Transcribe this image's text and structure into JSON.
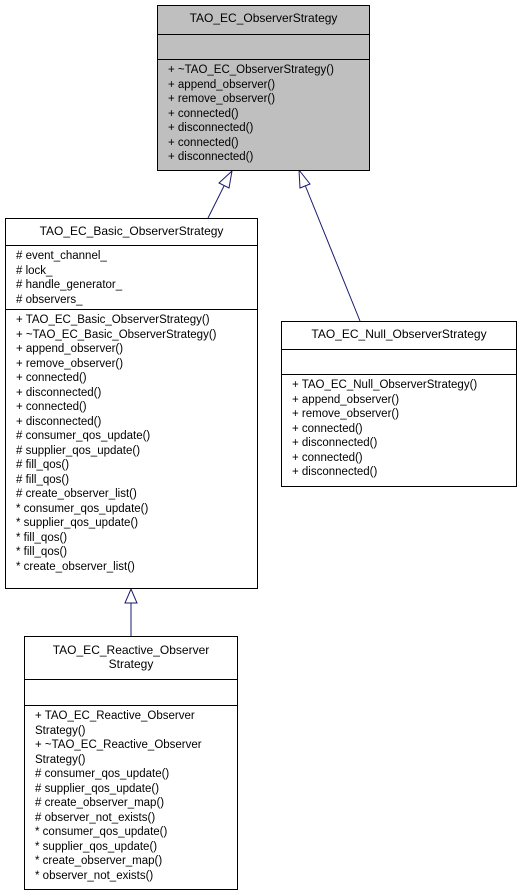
{
  "classes": {
    "observer_strategy": {
      "name": "TAO_EC_ObserverStrategy",
      "attributes": [],
      "methods": [
        "+ ~TAO_EC_ObserverStrategy()",
        "+ append_observer()",
        "+ remove_observer()",
        "+ connected()",
        "+ disconnected()",
        "+ connected()",
        "+ disconnected()"
      ]
    },
    "basic_observer_strategy": {
      "name": "TAO_EC_Basic_ObserverStrategy",
      "attributes": [
        "# event_channel_",
        "# lock_",
        "# handle_generator_",
        "# observers_"
      ],
      "methods": [
        "+ TAO_EC_Basic_ObserverStrategy()",
        "+ ~TAO_EC_Basic_ObserverStrategy()",
        "+ append_observer()",
        "+ remove_observer()",
        "+ connected()",
        "+ disconnected()",
        "+ connected()",
        "+ disconnected()",
        "# consumer_qos_update()",
        "# supplier_qos_update()",
        "# fill_qos()",
        "# fill_qos()",
        "# create_observer_list()",
        "* consumer_qos_update()",
        "* supplier_qos_update()",
        "* fill_qos()",
        "* fill_qos()",
        "* create_observer_list()"
      ]
    },
    "null_observer_strategy": {
      "name": "TAO_EC_Null_ObserverStrategy",
      "attributes": [],
      "methods": [
        "+ TAO_EC_Null_ObserverStrategy()",
        "+ append_observer()",
        "+ remove_observer()",
        "+ connected()",
        "+ disconnected()",
        "+ connected()",
        "+ disconnected()"
      ]
    },
    "reactive_observer_strategy": {
      "name_lines": [
        "TAO_EC_Reactive_Observer",
        "Strategy"
      ],
      "attributes": [],
      "methods": [
        "+ TAO_EC_Reactive_Observer",
        "Strategy()",
        "+ ~TAO_EC_Reactive_Observer",
        "Strategy()",
        "# consumer_qos_update()",
        "# supplier_qos_update()",
        "# create_observer_map()",
        "# observer_not_exists()",
        "* consumer_qos_update()",
        "* supplier_qos_update()",
        "* create_observer_map()",
        "* observer_not_exists()"
      ]
    }
  },
  "colors": {
    "highlight_fill": "#bfbfbf",
    "arrow": "#191970",
    "border": "#000000"
  }
}
